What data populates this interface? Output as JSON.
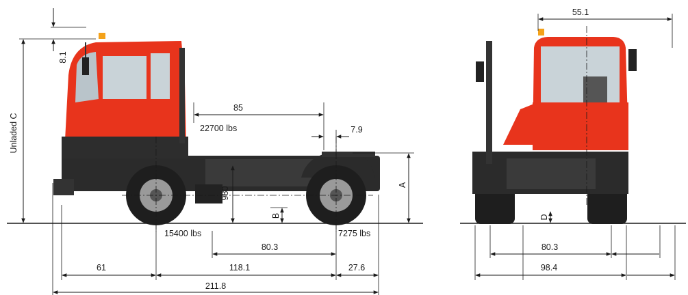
{
  "side_view": {
    "labels": {
      "cab_height_offset": "8.1",
      "unladed_height": "Unladed C",
      "fifth_wheel_to_rear": "85",
      "fifth_wheel_load": "22700 lbs",
      "fifth_wheel_offset": "7.9",
      "fifth_wheel_height": "A",
      "frame_height": "980",
      "ground_clearance": "B",
      "front_axle_load": "15400 lbs",
      "rear_axle_load": "7275 lbs",
      "fifth_wheel_to_axle": "80.3",
      "front_overhang": "61",
      "wheelbase": "118.1",
      "rear_overhang": "27.6",
      "overall_length": "211.8"
    }
  },
  "front_view": {
    "labels": {
      "mirror_width": "55.1",
      "ground_clearance": "D",
      "track_width": "80.3",
      "overall_width": "98.4"
    }
  },
  "colors": {
    "cab": "#e8341c",
    "chassis": "#2b2b2b",
    "tire": "#1e1e1e",
    "rim": "#9a9a9a",
    "lines": "#1a1a1a"
  }
}
